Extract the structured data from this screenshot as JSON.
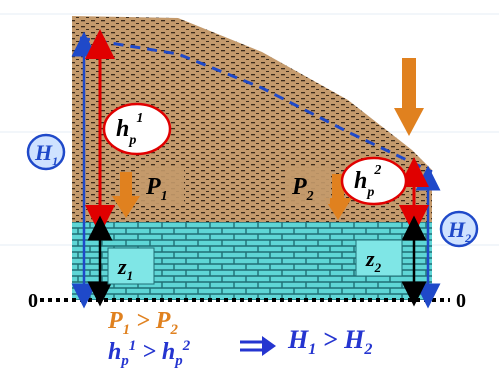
{
  "colors": {
    "soil": "#c49a6c",
    "soil_dots": "#3b2a1a",
    "water": "#5fd6d6",
    "brick_lines": "#1f6f75",
    "water_table": "#1f49c9",
    "red_arrow": "#e00000",
    "blue_arrow": "#1f49c9",
    "black_arrow": "#000000",
    "orange_arrow": "#e0811f",
    "equation_text": "#2535d0",
    "circle_fill": "#ffffff",
    "h_circle_fill": "#cfe2ff"
  },
  "labels": {
    "H1": {
      "main": "H",
      "sub": "1"
    },
    "H2": {
      "main": "H",
      "sub": "2"
    },
    "hp1": {
      "main": "h",
      "sub": "p",
      "sup": "1"
    },
    "hp2": {
      "main": "h",
      "sub": "p",
      "sup": "2"
    },
    "P1": {
      "main": "P",
      "sub": "1"
    },
    "P2": {
      "main": "P",
      "sub": "2"
    },
    "Z1": {
      "main": "z",
      "sub": "1"
    },
    "Z2": {
      "main": "z",
      "sub": "2"
    },
    "datum_left": "0",
    "datum_right": "0"
  },
  "equations": {
    "pressure": {
      "a": "P",
      "a_sub": "1",
      "op": " > ",
      "b": "P",
      "b_sub": "2"
    },
    "head": {
      "a": "h",
      "a_sub": "p",
      "a_sup": "1",
      "op": " > ",
      "b": "h",
      "b_sub": "p",
      "b_sup": "2"
    },
    "total_head": {
      "a": "H",
      "a_sub": "1",
      "op": " > ",
      "b": "H",
      "b_sub": "2"
    }
  },
  "icons": {
    "implies": "double-right-arrow-icon"
  }
}
